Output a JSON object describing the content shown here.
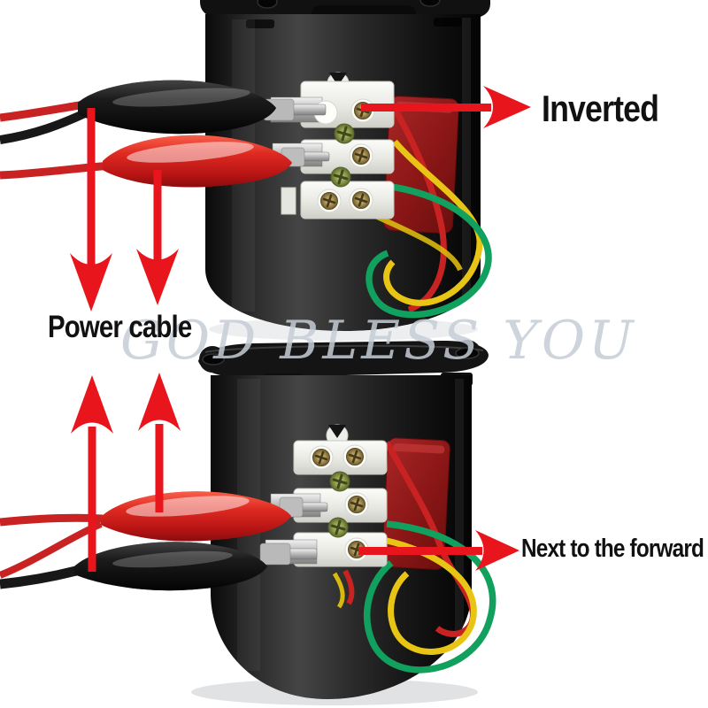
{
  "photo": {
    "subject": "Two black AC synchronous gear motors with alligator-clip power leads attached to screw terminal blocks",
    "watermark_text": "GOD BLESS YOU"
  },
  "annotations": {
    "inverted_label": "Inverted",
    "power_cable_label": "Power cable",
    "next_forward_label": "Next to the forward"
  },
  "arrows": [
    {
      "id": "power-down-arrow-1",
      "direction": "down"
    },
    {
      "id": "power-down-arrow-2",
      "direction": "down"
    },
    {
      "id": "inverted-arrow",
      "direction": "right"
    },
    {
      "id": "power-up-arrow-1",
      "direction": "up"
    },
    {
      "id": "power-up-arrow-2",
      "direction": "up"
    },
    {
      "id": "forward-arrow",
      "direction": "right"
    }
  ],
  "colors": {
    "arrow_red": "#e8151c",
    "clip_red": "#d32020",
    "clip_black": "#141414",
    "wire_red": "#c92222",
    "wire_yellow": "#e8c515",
    "wire_yellow_dark": "#d9b90f",
    "wire_green": "#12a05e",
    "wire_black": "#181818",
    "capacitor_red": "#8a1616",
    "motor_black": "#1a1a1a",
    "terminal_white": "#efefec",
    "watermark_gray": "#c6ccd6",
    "background": "#ffffff"
  }
}
